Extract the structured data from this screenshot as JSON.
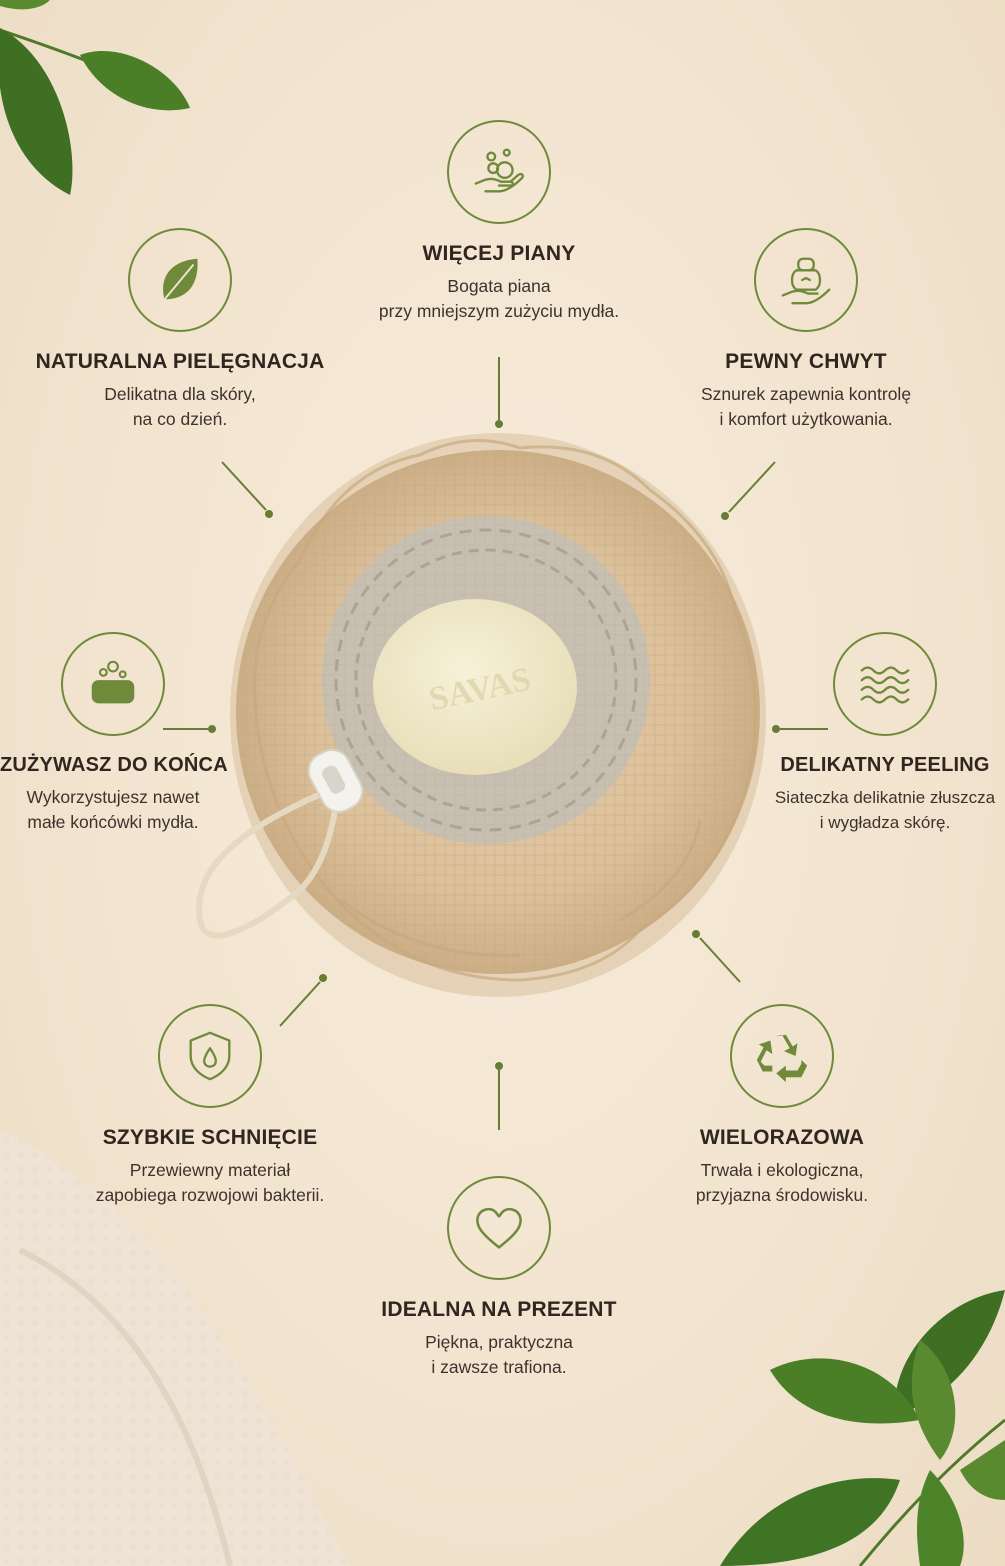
{
  "colors": {
    "accent": "#6f8a3a",
    "background": "#f2e4cf",
    "text": "#2f2620"
  },
  "features": [
    {
      "id": "wiecej-piany",
      "icon": "hand-bubbles-icon",
      "title": "WIĘCEJ PIANY",
      "desc": [
        "Bogata piana",
        "przy mniejszym zużyciu mydła."
      ]
    },
    {
      "id": "naturalna-pielegnacja",
      "icon": "leaf-icon",
      "title": "NATURALNA PIELĘGNACJA",
      "desc": [
        "Delikatna dla skóry,",
        "na co dzień."
      ]
    },
    {
      "id": "pewny-chwyt",
      "icon": "hand-loofah-icon",
      "title": "PEWNY CHWYT",
      "desc": [
        "Sznurek zapewnia kontrolę",
        "i komfort użytkowania."
      ]
    },
    {
      "id": "zuzywasz-do-konca",
      "icon": "soap-bar-icon",
      "title": "ZUŻYWASZ DO KOŃCA",
      "desc": [
        "Wykorzystujesz nawet",
        "małe końcówki mydła."
      ]
    },
    {
      "id": "delikatny-peeling",
      "icon": "waves-icon",
      "title": "DELIKATNY PEELING",
      "desc": [
        "Siateczka delikatnie złuszcza",
        "i wygładza skórę."
      ]
    },
    {
      "id": "szybkie-schniecie",
      "icon": "shield-drop-icon",
      "title": "SZYBKIE SCHNIĘCIE",
      "desc": [
        "Przewiewny materiał",
        "zapobiega rozwojowi bakterii."
      ]
    },
    {
      "id": "wielorazowa",
      "icon": "recycle-icon",
      "title": "WIELORAZOWA",
      "desc": [
        "Trwała i ekologiczna,",
        "przyjazna środowisku."
      ]
    },
    {
      "id": "idealna-na-prezent",
      "icon": "heart-icon",
      "title": "IDEALNA NA PREZENT",
      "desc": [
        "Piękna, praktyczna",
        "i zawsze trafiona."
      ]
    }
  ],
  "product": {
    "soap_emboss": "SAVAS"
  }
}
